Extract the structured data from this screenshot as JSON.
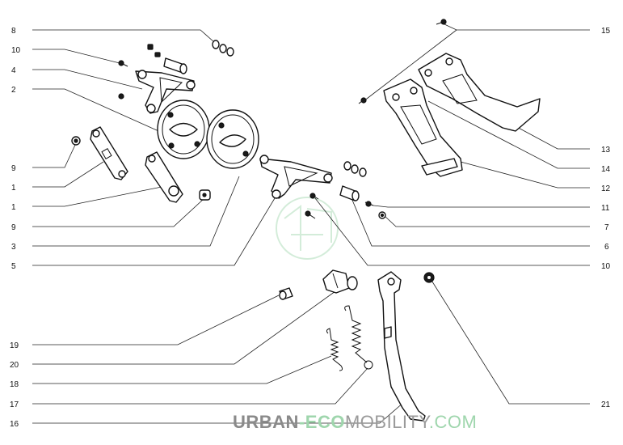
{
  "callouts_left": [
    "8",
    "10",
    "4",
    "2",
    "9",
    "1",
    "1",
    "9",
    "3",
    "5",
    "19",
    "20",
    "18",
    "17",
    "16"
  ],
  "callouts_right": [
    "15",
    "13",
    "14",
    "12",
    "11",
    "7",
    "6",
    "10",
    "21"
  ],
  "watermark": {
    "part1": "URBAN",
    "part2": "-",
    "part3": "ECO",
    "part4": "MOBILITY",
    "part5": ".COM"
  },
  "colors": {
    "line": "#111111",
    "watermark_gray": "#8a8a8a",
    "watermark_green": "#9fd6ad"
  }
}
